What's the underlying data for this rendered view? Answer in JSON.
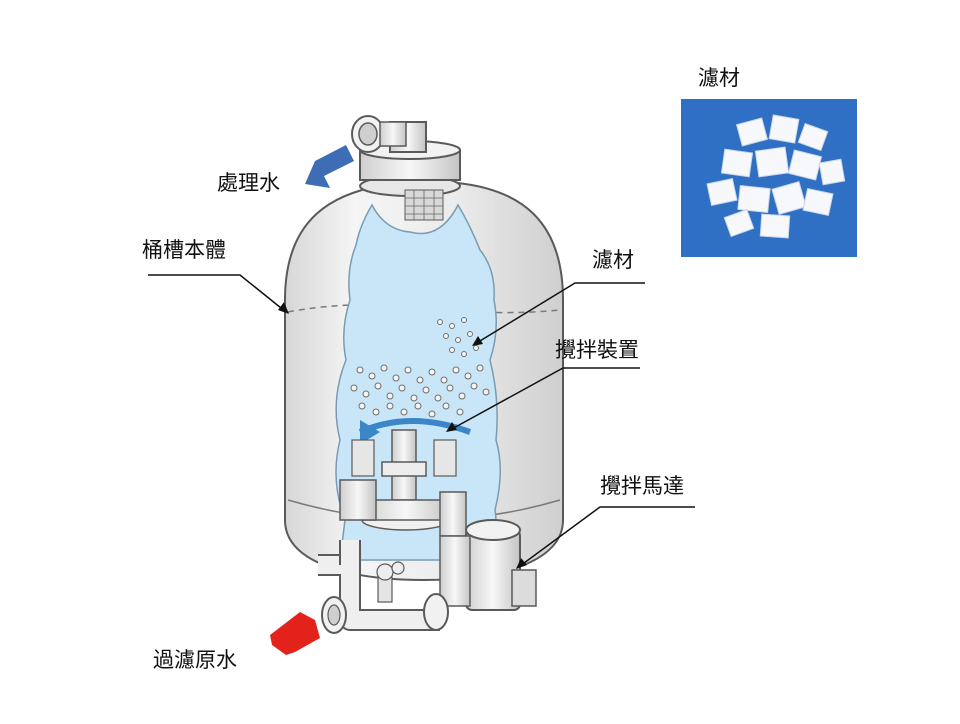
{
  "labels": {
    "treated_water": "處理水",
    "tank_body": "桶槽本體",
    "filter_media": "濾材",
    "stirring_device": "攪拌裝置",
    "stirring_motor": "攪拌馬達",
    "raw_water": "過濾原水",
    "photo_caption": "濾材"
  },
  "colors": {
    "water": "#c8e6f7",
    "tank": "#eeeeee",
    "outline": "#5a5a5a",
    "outlet_arrow": "#3e6db5",
    "inlet_arrow": "#e3231b",
    "swirl": "#3a86c8",
    "photo_bg": "#2f6fc4"
  }
}
